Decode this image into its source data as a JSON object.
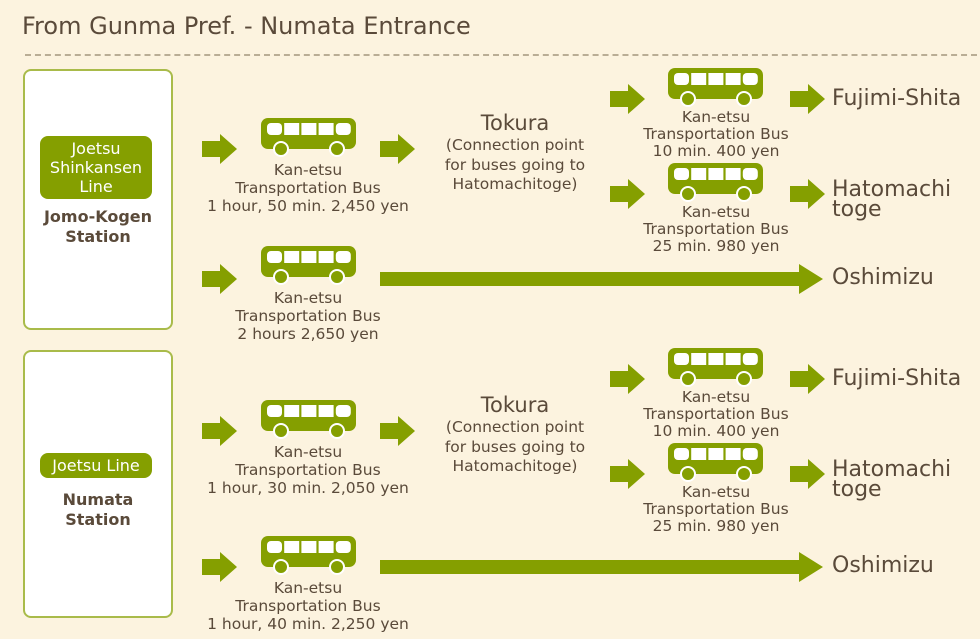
{
  "title": "From Gunma Pref. - Numata Entrance",
  "colors": {
    "accent": "#859f00",
    "background": "#fcf3df",
    "text": "#5a4a3a"
  },
  "sections": [
    {
      "line": "Joetsu Shinkansen Line",
      "line_lines": [
        "Joetsu",
        "Shinkansen",
        "Line"
      ],
      "station_lines": [
        "Jomo-Kogen",
        "Station"
      ],
      "to_tokura": {
        "bus": "Kan-etsu",
        "bus2": "Transportation Bus",
        "detail": "1 hour, 50 min.  2,450 yen"
      },
      "tokura": {
        "name": "Tokura",
        "note": [
          "(Connection point",
          "for buses going to",
          "Hatomachitoge)"
        ]
      },
      "branches": [
        {
          "bus": "Kan-etsu",
          "bus2": "Transportation Bus",
          "detail": "10 min.  400 yen",
          "dest": [
            "Fujimi-Shita"
          ]
        },
        {
          "bus": "Kan-etsu",
          "bus2": "Transportation Bus",
          "detail": "25 min.  980 yen",
          "dest": [
            "Hatomachi",
            "toge"
          ]
        }
      ],
      "direct": {
        "bus": "Kan-etsu",
        "bus2": "Transportation Bus",
        "detail": "2 hours  2,650 yen",
        "dest": "Oshimizu"
      }
    },
    {
      "line": "Joetsu Line",
      "line_lines": [
        "Joetsu Line"
      ],
      "station_lines": [
        "Numata",
        "Station"
      ],
      "to_tokura": {
        "bus": "Kan-etsu",
        "bus2": "Transportation Bus",
        "detail": "1 hour, 30 min.  2,050 yen"
      },
      "tokura": {
        "name": "Tokura",
        "note": [
          "(Connection point",
          "for buses going to",
          "Hatomachitoge)"
        ]
      },
      "branches": [
        {
          "bus": "Kan-etsu",
          "bus2": "Transportation Bus",
          "detail": "10 min.  400 yen",
          "dest": [
            "Fujimi-Shita"
          ]
        },
        {
          "bus": "Kan-etsu",
          "bus2": "Transportation Bus",
          "detail": "25 min.  980 yen",
          "dest": [
            "Hatomachi",
            "toge"
          ]
        }
      ],
      "direct": {
        "bus": "Kan-etsu",
        "bus2": "Transportation Bus",
        "detail": "1 hour, 40 min.  2,250 yen",
        "dest": "Oshimizu"
      }
    }
  ]
}
